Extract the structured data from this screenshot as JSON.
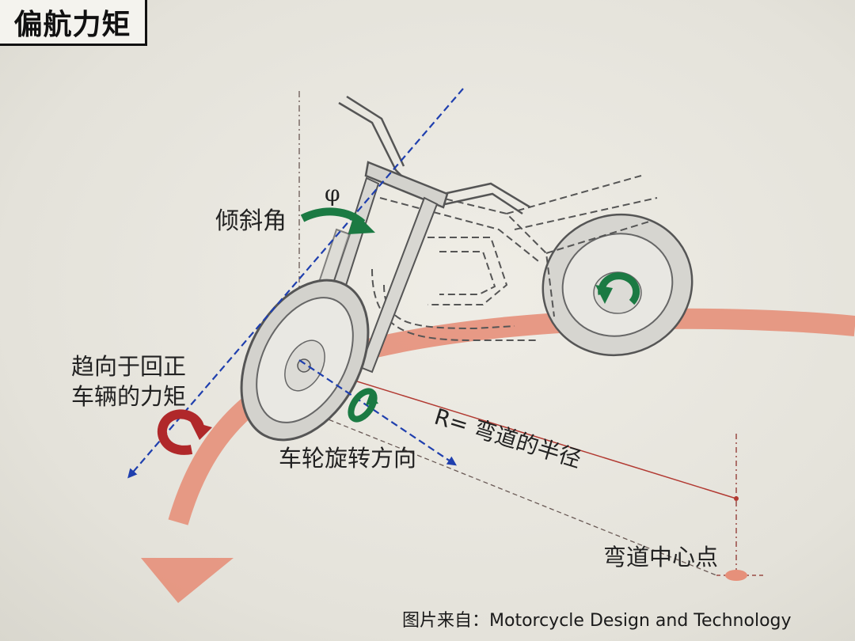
{
  "title": "偏航力矩",
  "labels": {
    "phi": "φ",
    "lean_angle": "倾斜角",
    "righting_moment_line1": "趋向于回正",
    "righting_moment_line2": "车辆的力矩",
    "wheel_rotation": "车轮旋转方向",
    "radius": "R=  弯道的半径",
    "turn_center": "弯道中心点",
    "credit": "图片来自：Motorcycle Design and Technology"
  },
  "colors": {
    "axis_dash": "#1f3fae",
    "arrow_green": "#1b7a43",
    "arrow_red": "#b0282a",
    "turn_path": "#e6907a",
    "radius_line": "#b23a32",
    "bike_line": "#555555"
  },
  "icons": [
    "lean-angle-arrow-icon",
    "rotation-arrow-icon",
    "curved-turn-arrow-icon"
  ]
}
